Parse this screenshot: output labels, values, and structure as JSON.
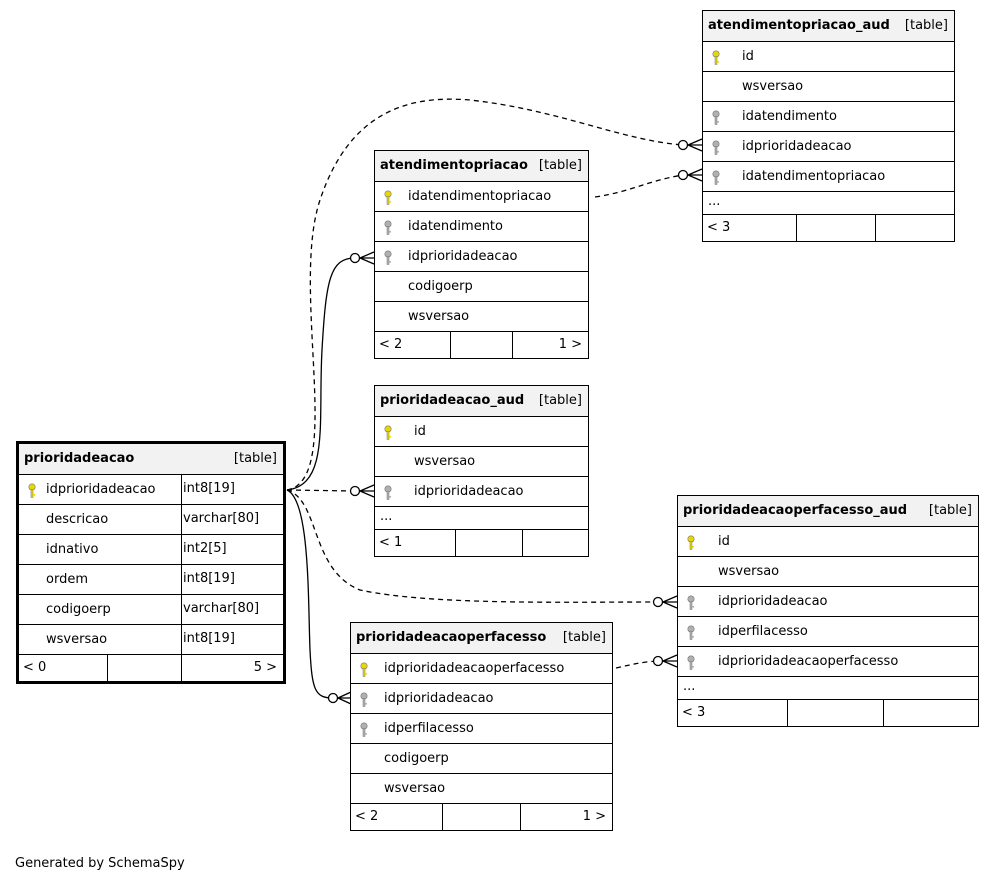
{
  "tables": {
    "prioridadeacao": {
      "name": "prioridadeacao",
      "type": "[table]",
      "columns": [
        {
          "name": "idprioridadeacao",
          "type": "int8[19]",
          "key": "pk"
        },
        {
          "name": "descricao",
          "type": "varchar[80]",
          "key": ""
        },
        {
          "name": "idnativo",
          "type": "int2[5]",
          "key": ""
        },
        {
          "name": "ordem",
          "type": "int8[19]",
          "key": ""
        },
        {
          "name": "codigoerp",
          "type": "varchar[80]",
          "key": ""
        },
        {
          "name": "wsversao",
          "type": "int8[19]",
          "key": ""
        }
      ],
      "footer_left": "< 0",
      "footer_right": "5 >"
    },
    "atendimentopriacao_aud": {
      "name": "atendimentopriacao_aud",
      "type": "[table]",
      "columns": [
        {
          "name": "id",
          "key": "pk"
        },
        {
          "name": "wsversao",
          "key": ""
        },
        {
          "name": "idatendimento",
          "key": "fk"
        },
        {
          "name": "idprioridadeacao",
          "key": "fk"
        },
        {
          "name": "idatendimentopriacao",
          "key": "fk"
        }
      ],
      "more": "...",
      "footer_left": "< 3",
      "footer_right": ""
    },
    "atendimentopriacao": {
      "name": "atendimentopriacao",
      "type": "[table]",
      "columns": [
        {
          "name": "idatendimentopriacao",
          "key": "pk"
        },
        {
          "name": "idatendimento",
          "key": "fk"
        },
        {
          "name": "idprioridadeacao",
          "key": "fk"
        },
        {
          "name": "codigoerp",
          "key": ""
        },
        {
          "name": "wsversao",
          "key": ""
        }
      ],
      "footer_left": "< 2",
      "footer_right": "1 >"
    },
    "prioridadeacao_aud": {
      "name": "prioridadeacao_aud",
      "type": "[table]",
      "columns": [
        {
          "name": "id",
          "key": "pk"
        },
        {
          "name": "wsversao",
          "key": ""
        },
        {
          "name": "idprioridadeacao",
          "key": "fk"
        }
      ],
      "more": "...",
      "footer_left": "< 1",
      "footer_right": ""
    },
    "prioridadeacaoperfacesso_aud": {
      "name": "prioridadeacaoperfacesso_aud",
      "type": "[table]",
      "columns": [
        {
          "name": "id",
          "key": "pk"
        },
        {
          "name": "wsversao",
          "key": ""
        },
        {
          "name": "idprioridadeacao",
          "key": "fk"
        },
        {
          "name": "idperfilacesso",
          "key": "fk"
        },
        {
          "name": "idprioridadeacaoperfacesso",
          "key": "fk"
        }
      ],
      "more": "...",
      "footer_left": "< 3",
      "footer_right": ""
    },
    "prioridadeacaoperfacesso": {
      "name": "prioridadeacaoperfacesso",
      "type": "[table]",
      "columns": [
        {
          "name": "idprioridadeacaoperfacesso",
          "key": "pk"
        },
        {
          "name": "idprioridadeacao",
          "key": "fk"
        },
        {
          "name": "idperfilacesso",
          "key": "fk"
        },
        {
          "name": "codigoerp",
          "key": ""
        },
        {
          "name": "wsversao",
          "key": ""
        }
      ],
      "footer_left": "< 2",
      "footer_right": "1 >"
    }
  },
  "credit": "Generated by SchemaSpy",
  "colors": {
    "pk_key": "#e8d800",
    "fk_key": "#b0b0b0",
    "header_bg": "#f2f2f2"
  }
}
